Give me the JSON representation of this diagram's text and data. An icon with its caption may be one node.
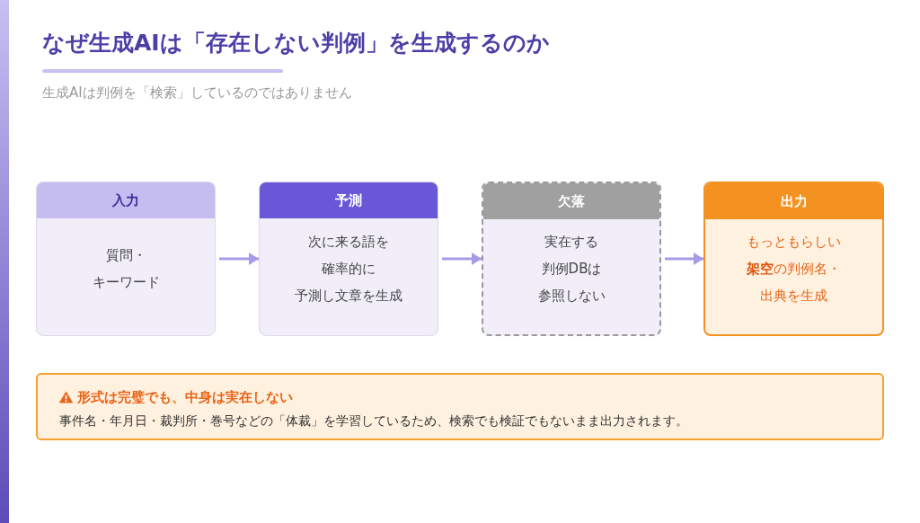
{
  "diagram": {
    "title": "なぜ生成AIは「存在しない判例」を生成するのか",
    "nodes": [
      {
        "text": [
          "入力",
          "質問・キーワード"
        ]
      },
      {
        "text": [
          "予測",
          "次に来る語を確率的に予測し文章を生成"
        ]
      },
      {
        "text": [
          "欠落",
          "実在する判例DBは参照しない"
        ]
      },
      {
        "text": [
          "出力",
          "もっともらしい**架空**の判例名・出典を生成"
        ]
      },
      {
        "text": [
          "形式は完璧でも、中身は実在しない",
          "事件名・年月日・裁判所・巻号などの「体裁」を学習しているため、検索でも検証でもないまま出力されます。"
        ]
      }
    ],
    "edges": [
      {
        "from": 0,
        "to": 1,
        "arrow": "to"
      },
      {
        "from": 1,
        "to": 2,
        "arrow": "to"
      },
      {
        "from": 2,
        "to": 3,
        "arrow": "to"
      }
    ],
    "labels": [
      "生成AIは判例を「検索」しているのではありません"
    ]
  }
}
